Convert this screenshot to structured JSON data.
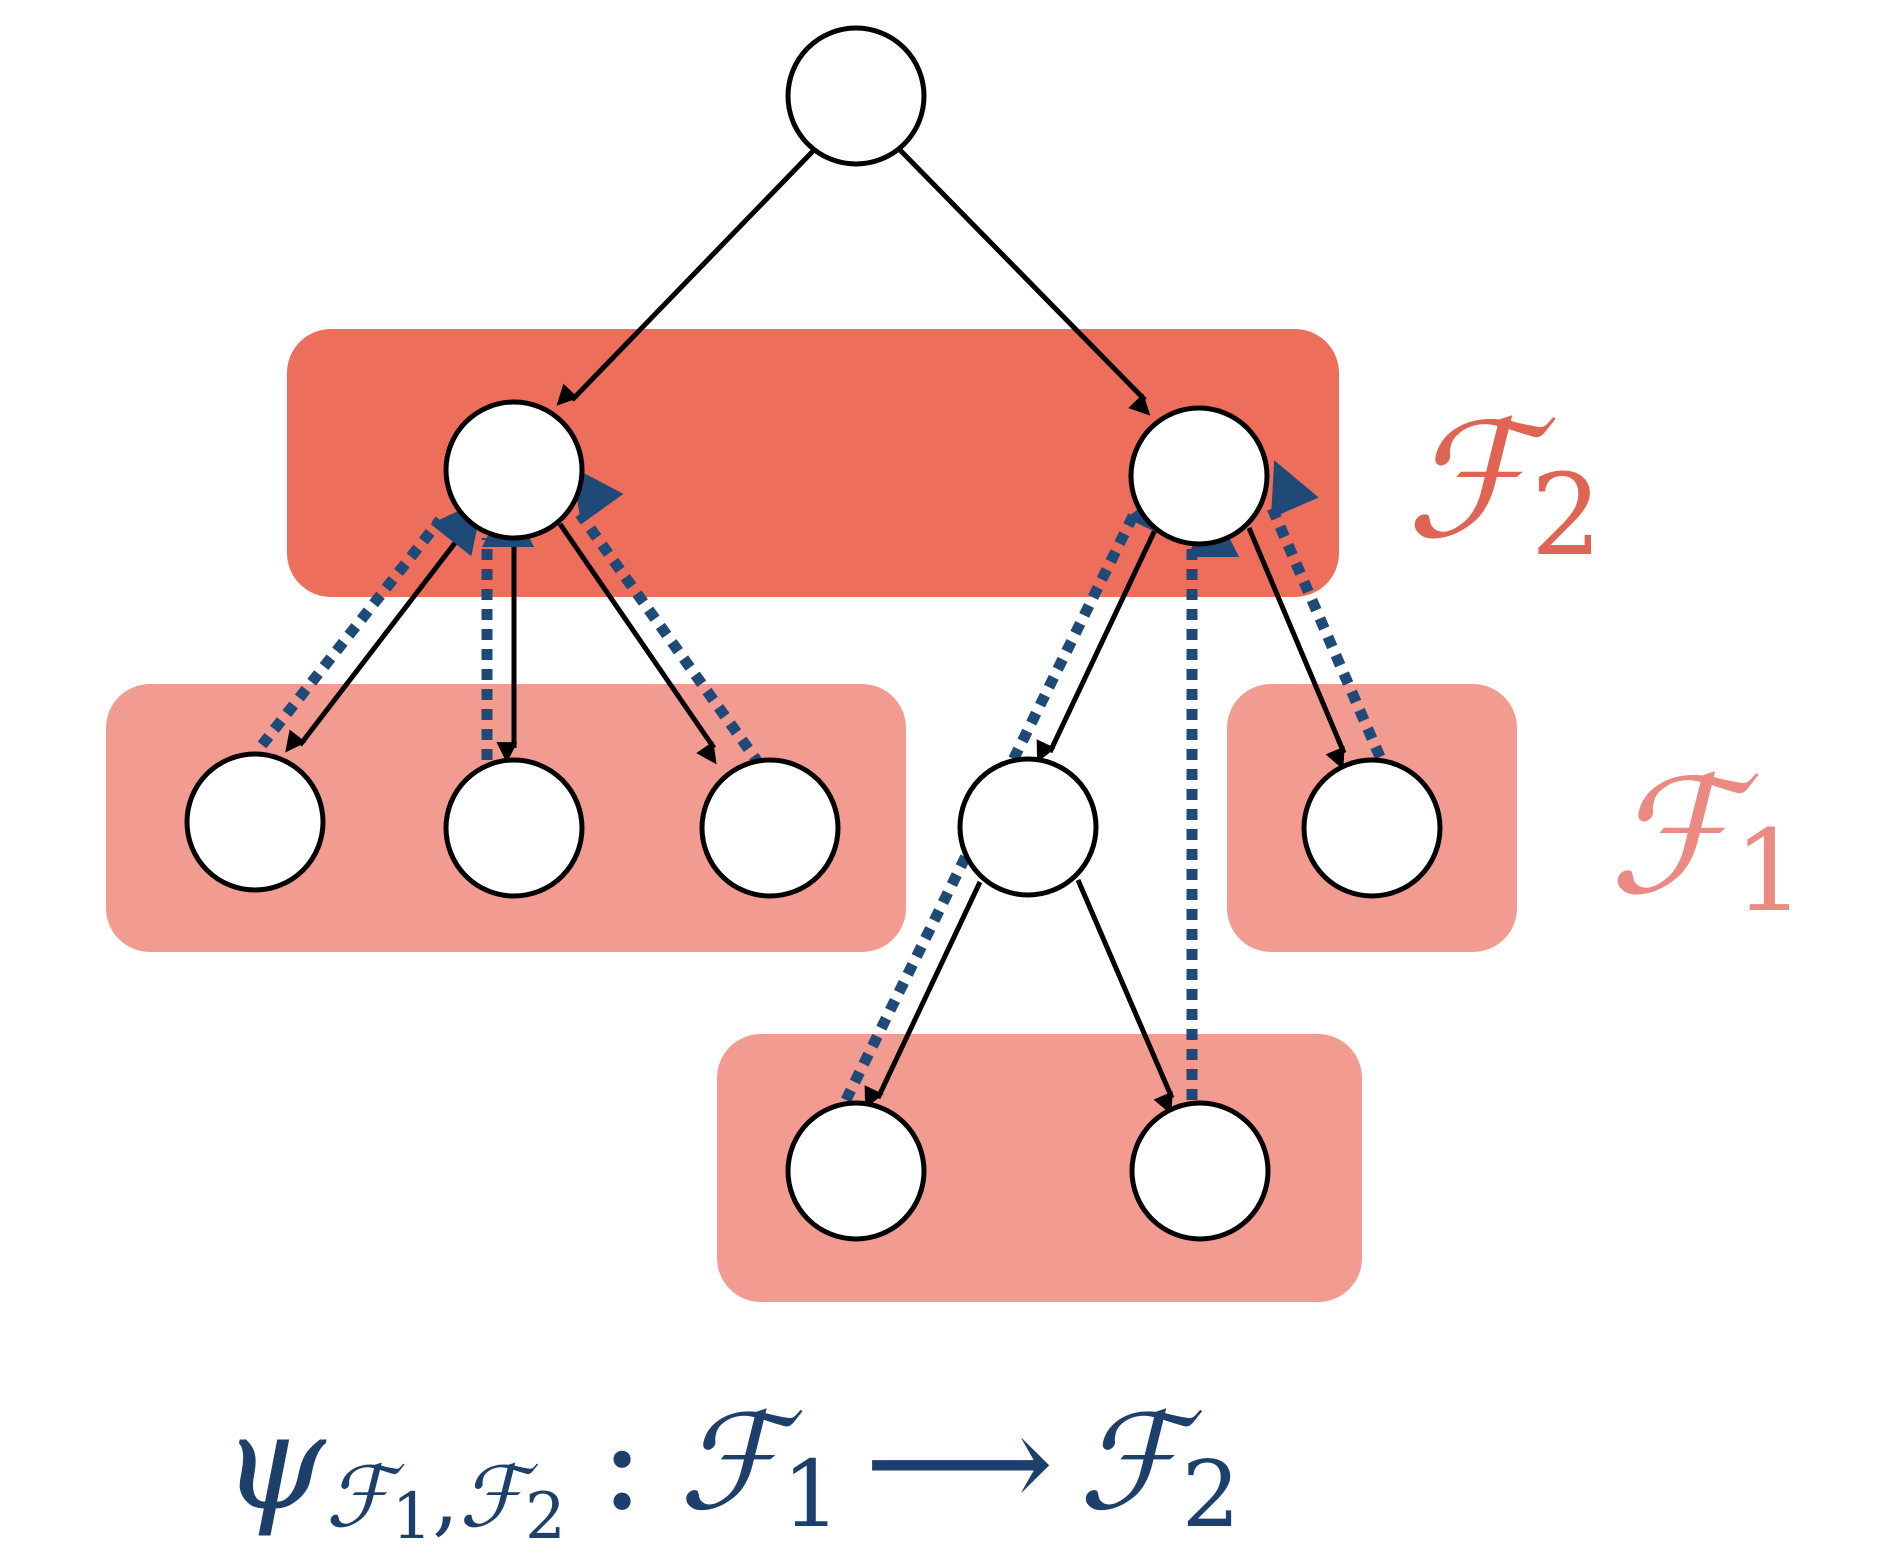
{
  "colors": {
    "f2_region": "#ed6e5a",
    "f1_region": "#f29b91",
    "f2_label": "#e06454",
    "f1_label": "#ea8a82",
    "map_arrow": "#1f4a78",
    "formula": "#1d3f6b",
    "tree_edge": "#000000",
    "node_fill": "#ffffff"
  },
  "labels": {
    "f2": {
      "symbol": "ℱ",
      "subscript": "2"
    },
    "f1": {
      "symbol": "ℱ",
      "subscript": "1"
    }
  },
  "formula": {
    "psi": "ψ",
    "sub_f1": "ℱ",
    "sub_f1_index": "1",
    "comma": ",",
    "sub_f2": "ℱ",
    "sub_f2_index": "2",
    "colon": ":",
    "domain": "ℱ",
    "domain_index": "1",
    "arrow": "⟶",
    "codomain": "ℱ",
    "codomain_index": "2"
  },
  "tree": {
    "nodes": [
      "root",
      "a",
      "b",
      "a1",
      "a2",
      "a3",
      "b1",
      "b2",
      "b1a",
      "b1b"
    ],
    "edges": [
      [
        "root",
        "a"
      ],
      [
        "root",
        "b"
      ],
      [
        "a",
        "a1"
      ],
      [
        "a",
        "a2"
      ],
      [
        "a",
        "a3"
      ],
      [
        "b",
        "b1"
      ],
      [
        "b",
        "b2"
      ],
      [
        "b1",
        "b1a"
      ],
      [
        "b1",
        "b1b"
      ]
    ],
    "regions": {
      "f2": [
        "a",
        "b"
      ],
      "f1": [
        [
          "a1",
          "a2",
          "a3"
        ],
        [
          "b2"
        ],
        [
          "b1a",
          "b1b"
        ]
      ]
    },
    "mapping": [
      [
        "a1",
        "a"
      ],
      [
        "a2",
        "a"
      ],
      [
        "a3",
        "a"
      ],
      [
        "b1a",
        "b"
      ],
      [
        "b1b",
        "b"
      ],
      [
        "b2",
        "b"
      ]
    ]
  }
}
